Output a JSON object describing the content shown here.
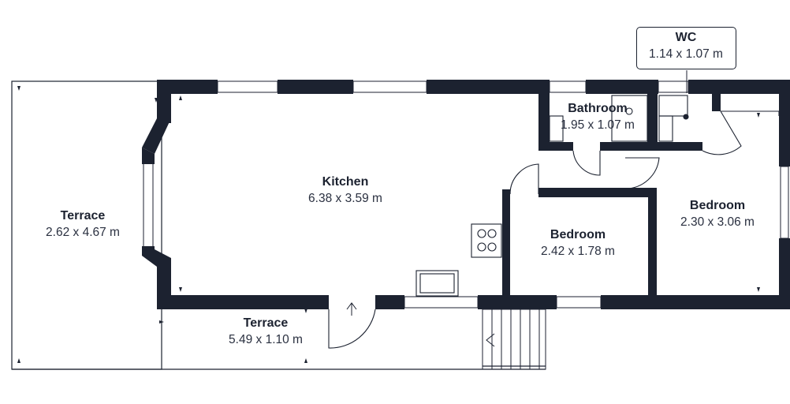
{
  "floorplan": {
    "rooms": [
      {
        "id": "terrace-west",
        "name": "Terrace",
        "dimensions": "2.62 x 4.67 m"
      },
      {
        "id": "kitchen",
        "name": "Kitchen",
        "dimensions": "6.38 x 3.59 m"
      },
      {
        "id": "bathroom",
        "name": "Bathroom",
        "dimensions": "1.95 x 1.07 m"
      },
      {
        "id": "wc",
        "name": "WC",
        "dimensions": "1.14 x 1.07 m"
      },
      {
        "id": "bedroom-small",
        "name": "Bedroom",
        "dimensions": "2.42 x 1.78 m"
      },
      {
        "id": "bedroom-east",
        "name": "Bedroom",
        "dimensions": "2.30 x 3.06 m"
      },
      {
        "id": "terrace-south",
        "name": "Terrace",
        "dimensions": "5.49 x 1.10 m"
      }
    ],
    "colors": {
      "wall": "#1c2230",
      "line": "#1c2230",
      "background": "#ffffff"
    }
  }
}
